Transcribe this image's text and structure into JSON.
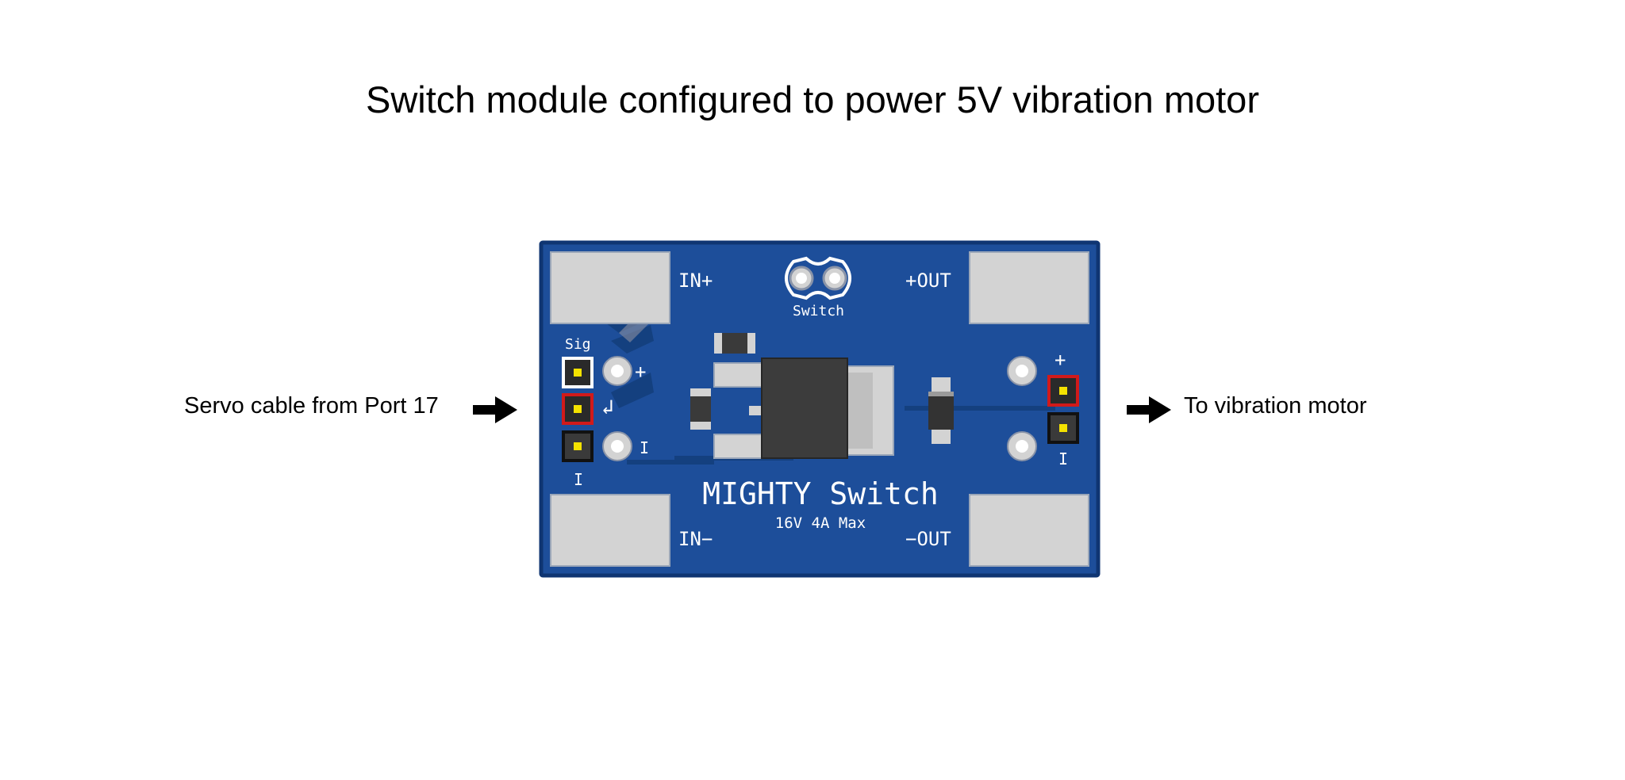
{
  "title": "Switch module configured to power 5V vibration motor",
  "left_label": "Servo cable from Port 17",
  "right_label": "To vibration motor",
  "board": {
    "name": "MIGHTY Switch",
    "rating": "16V 4A Max",
    "in_plus": "IN+",
    "in_minus": "IN−",
    "out_plus": "+OUT",
    "out_minus": "−OUT",
    "switch_label": "Switch",
    "sig_label": "Sig",
    "plus_mark": "+",
    "minus_mark": "−",
    "return_mark": "↲",
    "pin_minus_mark": "I"
  },
  "colors": {
    "pcb": "#1d4e9a",
    "pcb_border": "#0f3572",
    "trace": "#14407f",
    "pad": "#d3d3d3",
    "signal_wire": "#ffffff",
    "power_wire": "#d11a1a",
    "ground_wire": "#111111",
    "pin": "#f4e200"
  }
}
